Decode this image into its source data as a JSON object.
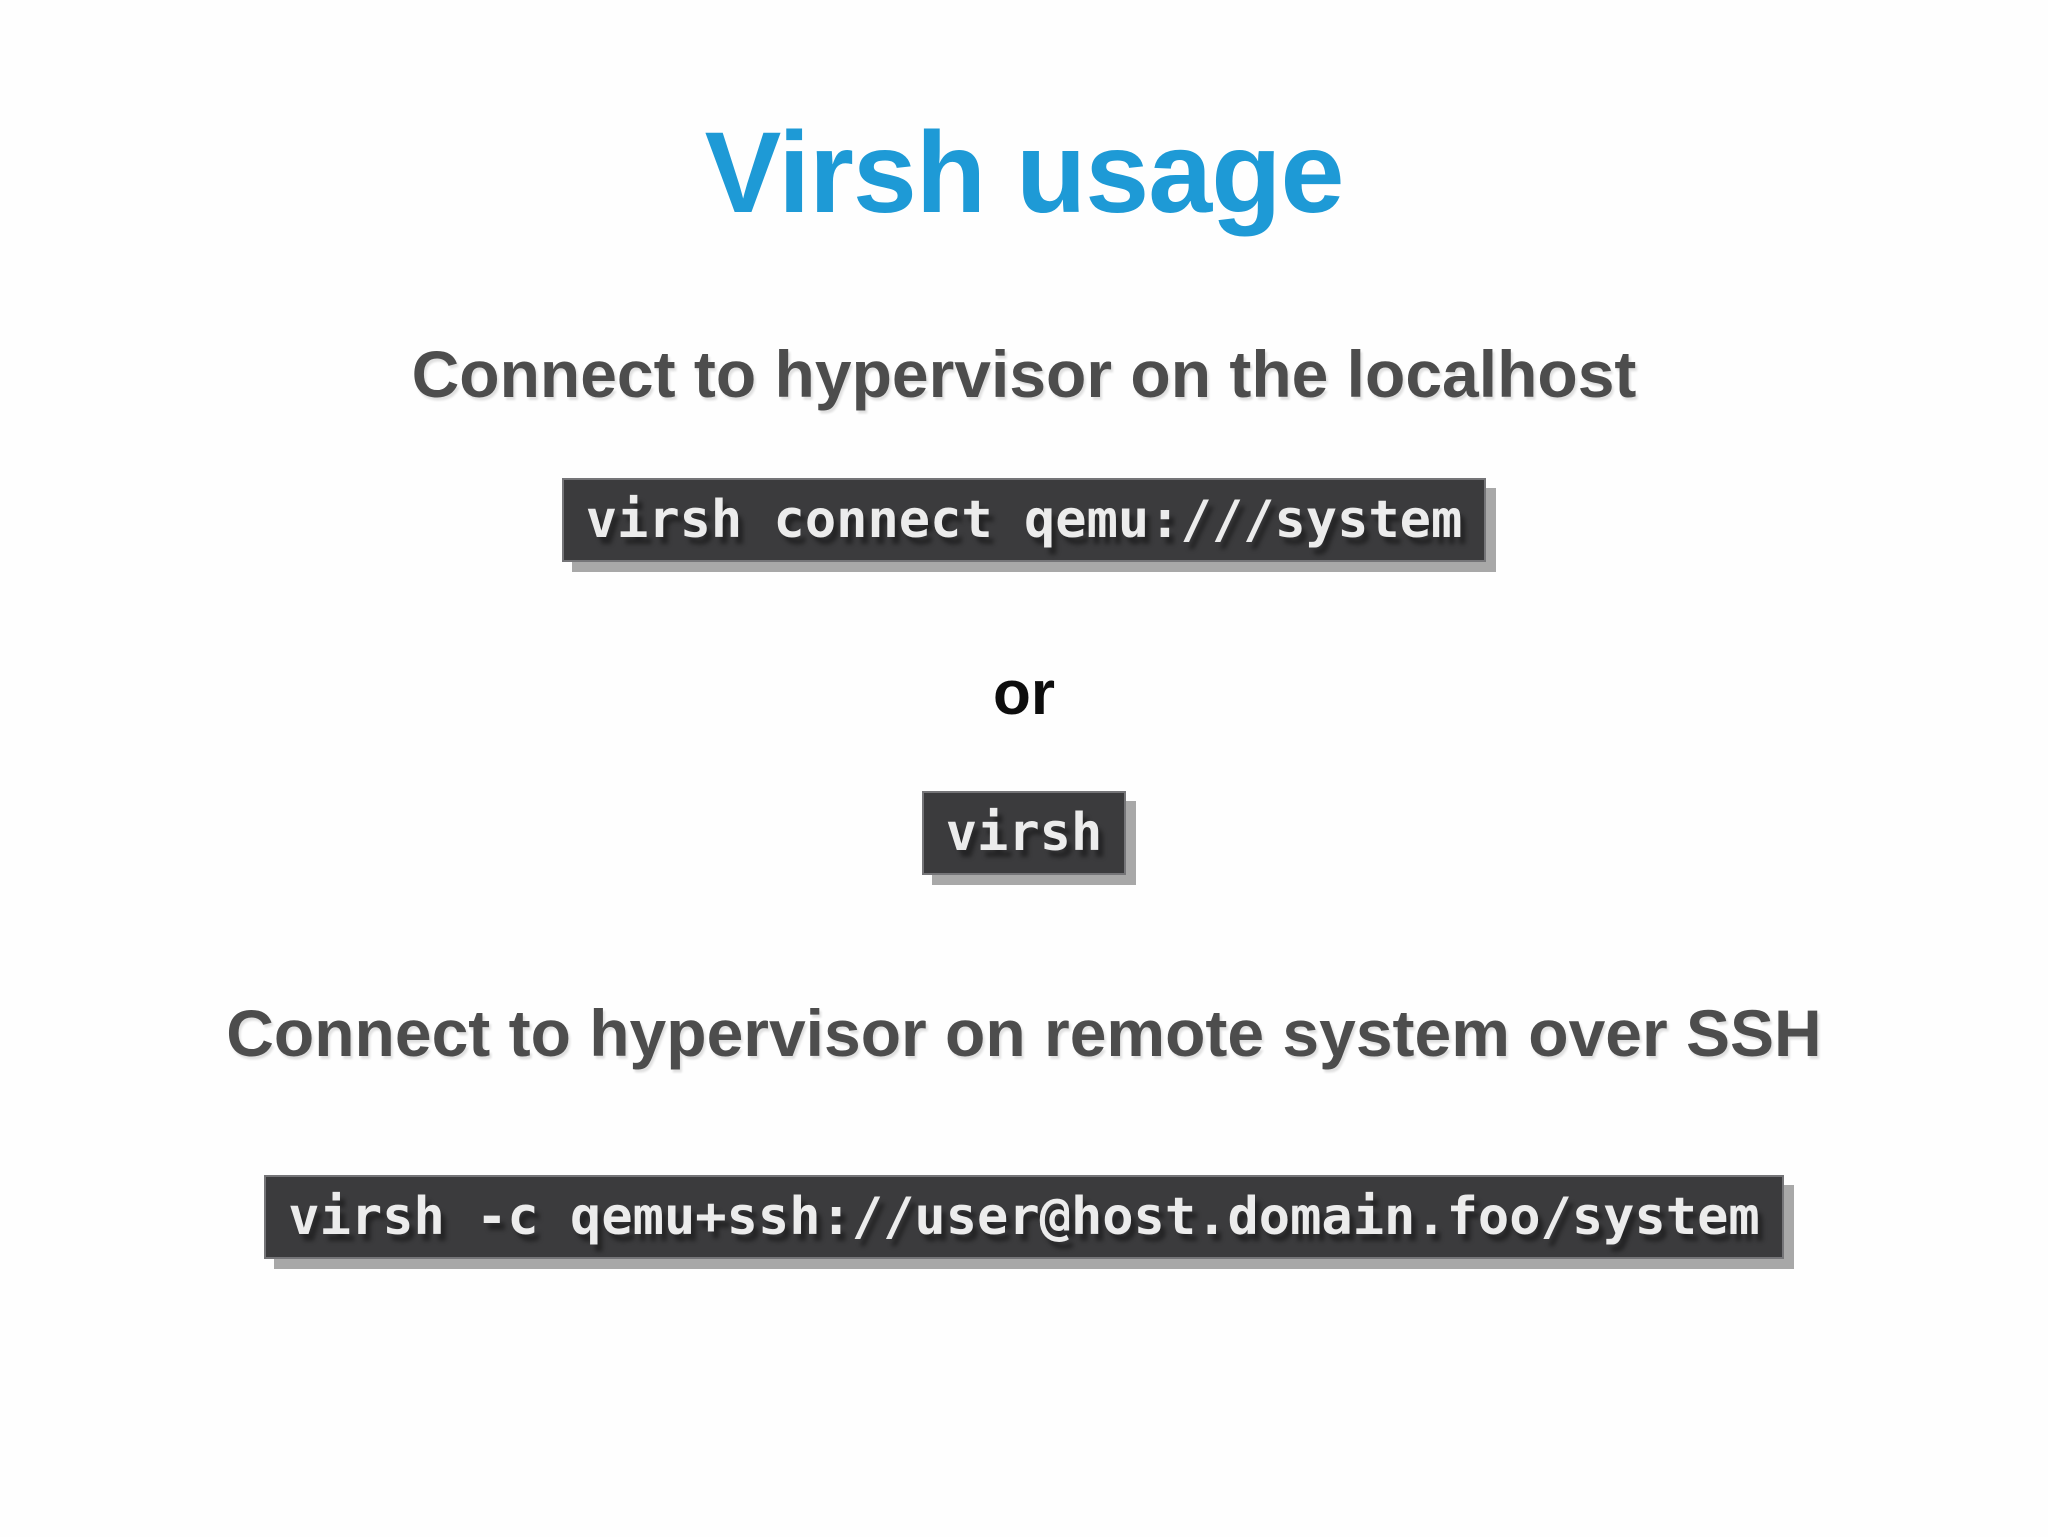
{
  "slide": {
    "title": "Virsh usage",
    "localhost": {
      "heading": "Connect to hypervisor on the localhost",
      "command": "virsh connect qemu:///system"
    },
    "or_label": "or",
    "interactive_command": "virsh",
    "remote": {
      "heading": "Connect to hypervisor on remote system over SSH",
      "command": "virsh -c qemu+ssh://user@host.domain.foo/system"
    }
  },
  "colors": {
    "title_blue": "#1e9ad6",
    "heading_gray": "#4d4d4d",
    "code_background": "#3b3b3d",
    "code_text": "#ececec",
    "code_box_shadow": "#a8a8a8",
    "or_text": "#0d0d0d",
    "page_background": "#fefefe"
  }
}
